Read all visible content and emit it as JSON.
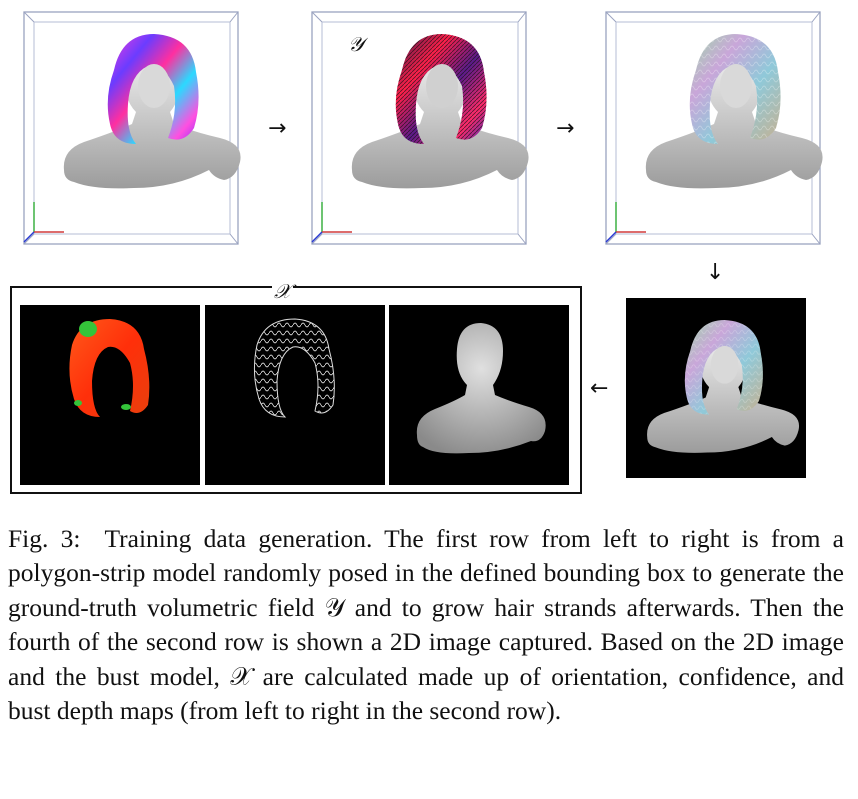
{
  "figure": {
    "top_row": {
      "panel_1": {
        "render": "hair-orientation-volume"
      },
      "panel_2": {
        "render": "hair-volumetric-field",
        "label": "𝒴"
      },
      "panel_3": {
        "render": "hair-strands-grown"
      },
      "arrow_1": "→",
      "arrow_2": "→"
    },
    "down_arrow": "↓",
    "left_arrow": "←",
    "second_row": {
      "label": "𝒳",
      "maps": [
        "orientation-map",
        "confidence-map",
        "bust-depth-map"
      ],
      "captured": "2d-image-capture"
    }
  },
  "caption": {
    "prefix": "Fig. 3:",
    "text": "Training data generation. The first row from left to right is from a polygon-strip model randomly posed in the defined bounding box to generate the ground-truth volumetric field 𝒴 and to grow hair strands afterwards. Then the fourth of the second row is shown a 2D image captured. Based on the 2D image and the bust model, 𝒳 are calculated made up of orientation, confidence, and bust depth maps (from left to right in the second row)."
  }
}
